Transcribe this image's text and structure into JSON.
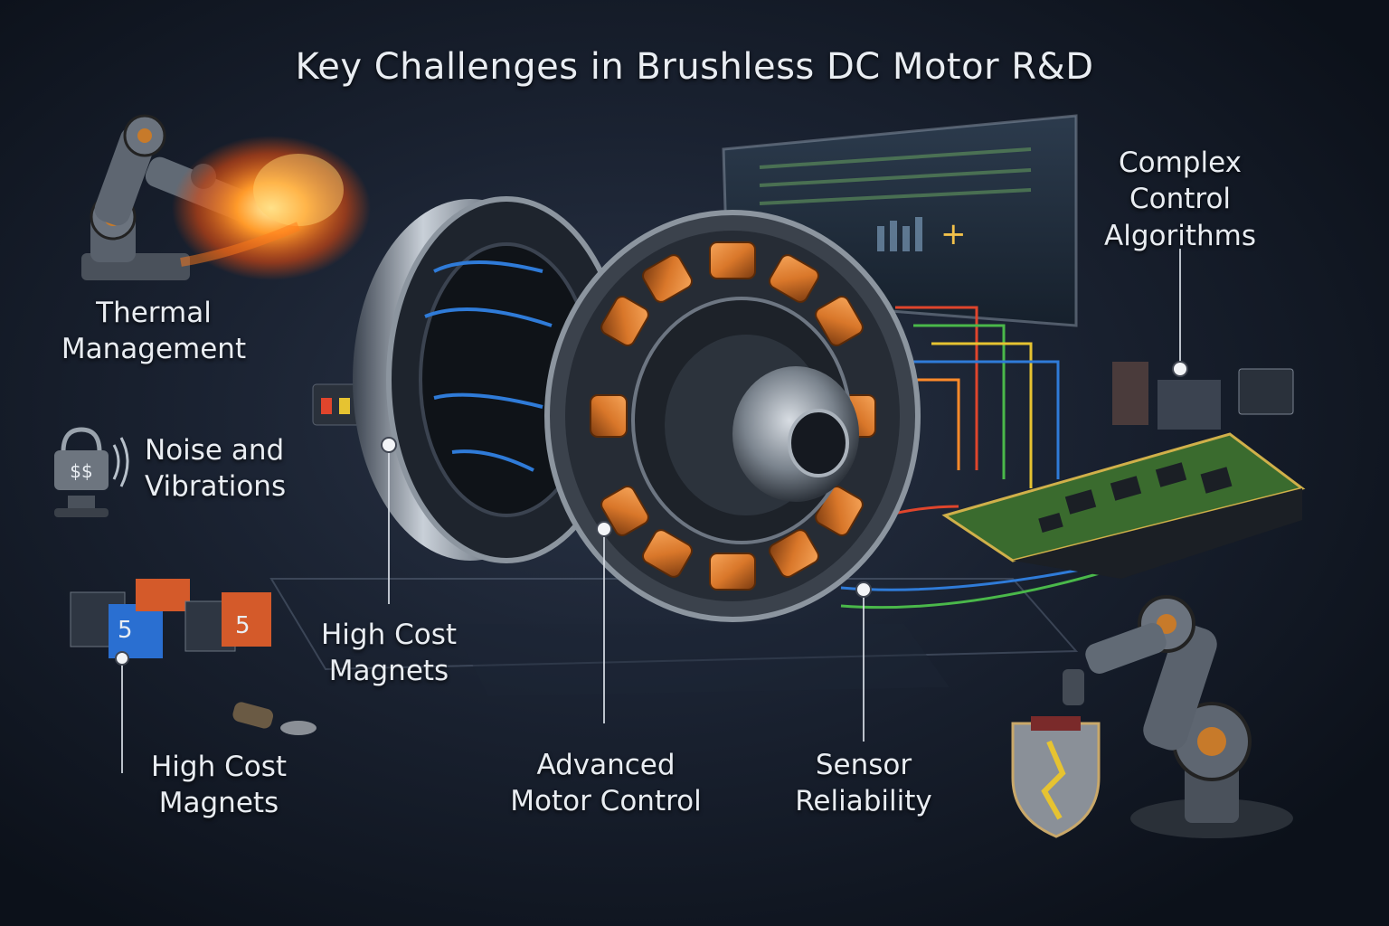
{
  "title": "Key Challenges in Brushless DC Motor R&D",
  "labels": {
    "thermal": [
      "Thermal",
      "Management"
    ],
    "noise": [
      "Noise and",
      "Vibrations"
    ],
    "magnets_center": [
      "High Cost",
      "Magnets"
    ],
    "magnets_left": [
      "High Cost",
      "Magnets"
    ],
    "control": [
      "Advanced",
      "Motor Control"
    ],
    "sensor": [
      "Sensor",
      "Reliability"
    ],
    "algorithms": [
      "Complex",
      "Control",
      "Algorithms"
    ]
  },
  "colors": {
    "copper": "#d9772a",
    "steel": "#9aa3ad",
    "pcb": "#3a6b2e",
    "fire": "#ff7a1a",
    "wire_blue": "#2f7bd8",
    "wire_red": "#e0452c",
    "wire_green": "#4ab84a",
    "wire_yellow": "#e6c331"
  },
  "icons": [
    "robot-arm-welding-icon",
    "motor-icon",
    "monitor-icon",
    "circuit-board-icon",
    "robot-arm-icon",
    "shield-icon",
    "dollar-lock-icon",
    "magnet-blocks-icon",
    "battery-icon"
  ]
}
